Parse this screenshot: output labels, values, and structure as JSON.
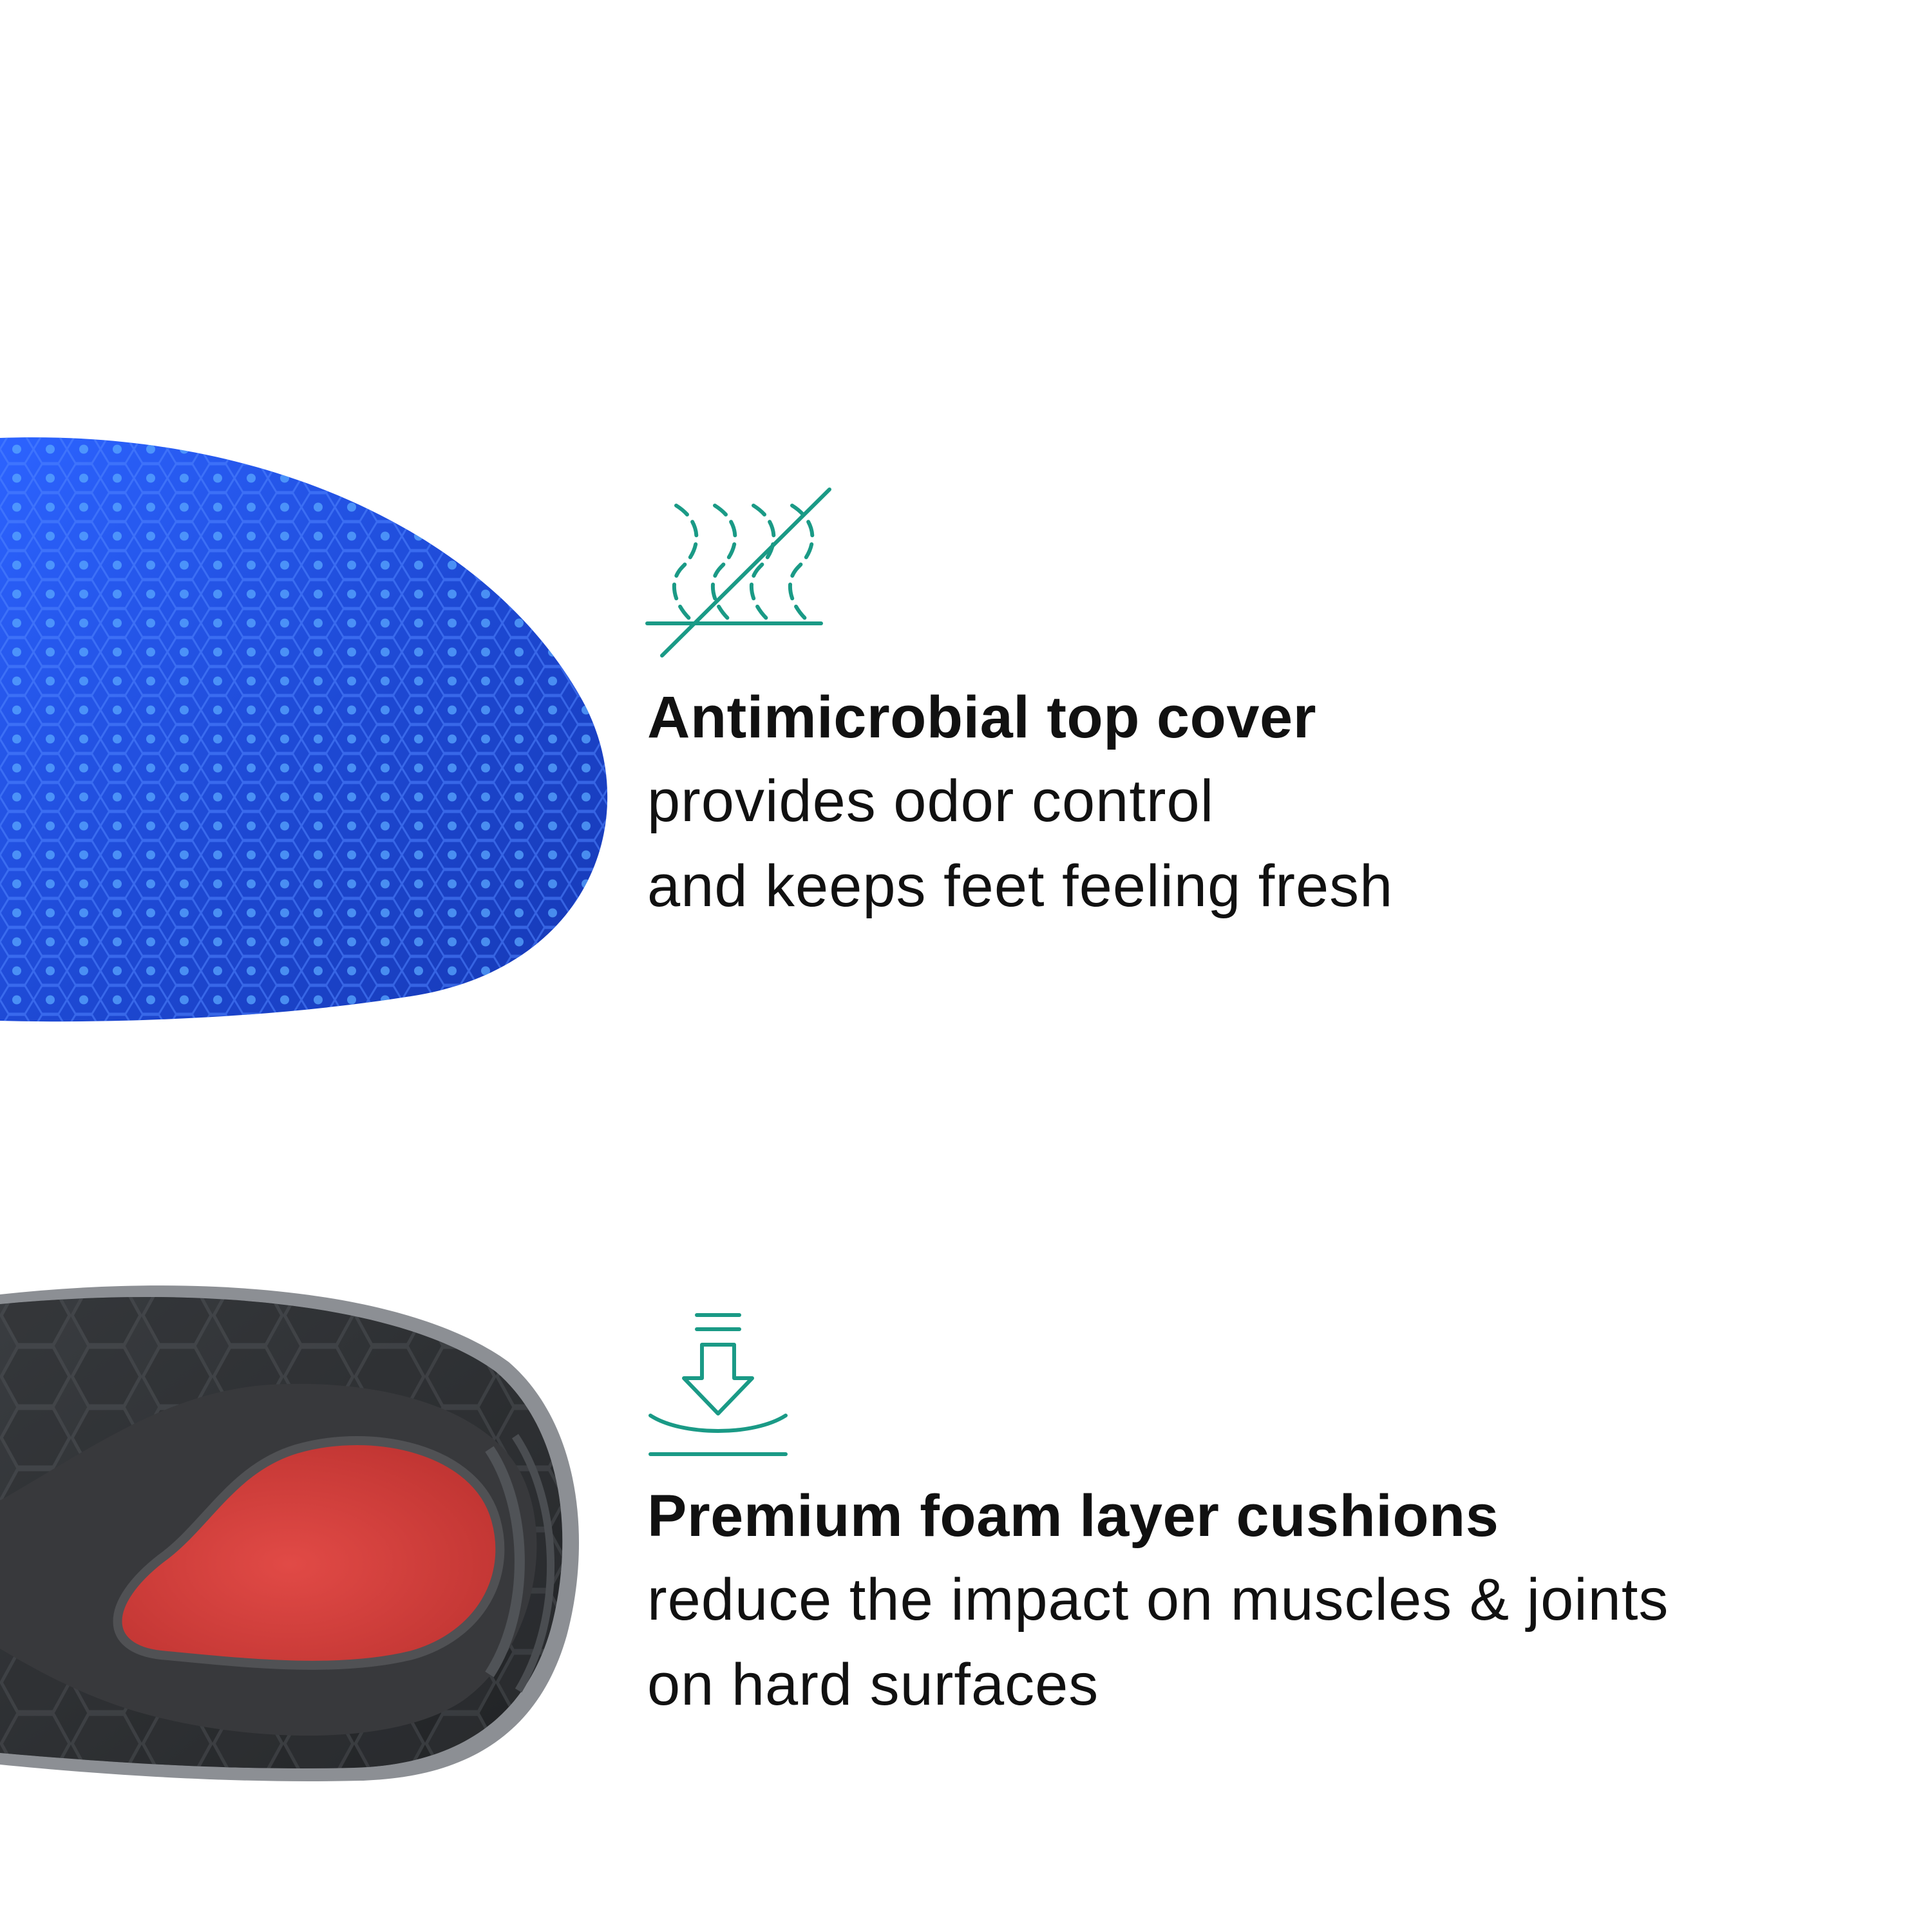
{
  "colors": {
    "background": "#ffffff",
    "text": "#111111",
    "icon_accent": "#1a9a86",
    "top_cover_blue": "#1f4fd8",
    "sole_dark": "#2f3134",
    "heel_pad_red": "#d83b3b"
  },
  "icons": {
    "odor": "odor-control-icon",
    "foam": "cushion-compress-icon"
  },
  "features": [
    {
      "title": "Antimicrobial top cover",
      "lines": [
        "provides odor control",
        "and keeps feet feeling fresh"
      ]
    },
    {
      "title": "Premium foam layer cushions",
      "lines": [
        "reduce the impact on muscles & joints",
        "on hard surfaces"
      ]
    }
  ]
}
